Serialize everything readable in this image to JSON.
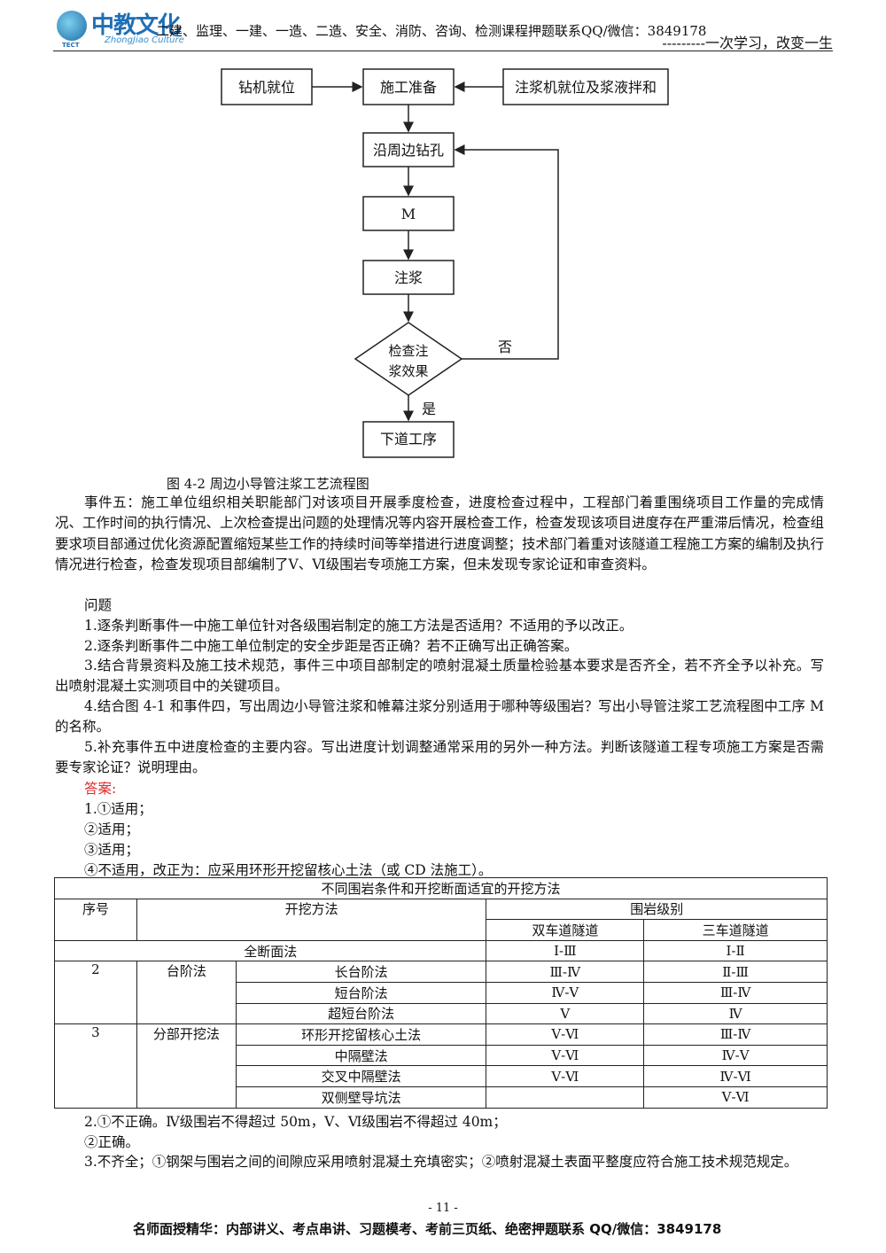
{
  "header": {
    "logo_cn": "中教文化",
    "logo_en": "ZhongJiao Culture",
    "logo_tect": "TECT",
    "course_line": "二建、监理、一建、一造、二造、安全、消防、咨询、检测课程押题联系QQ/微信：3849178",
    "slogan": "---------一次学习，改变一生"
  },
  "flowchart": {
    "nodes": {
      "drill_position": "钻机就位",
      "prep": "施工准备",
      "grout_machine": "注浆机就位及浆液拌和",
      "drill_holes": "沿周边钻孔",
      "m": "M",
      "grout": "注浆",
      "check_1": "检查注",
      "check_2": "浆效果",
      "next": "下道工序"
    },
    "no_label": "否",
    "yes_label": "是",
    "caption": "图 4-2   周边小导管注浆工艺流程图"
  },
  "event5": "事件五：施工单位组织相关职能部门对该项目开展季度检查，进度检查过程中，工程部门着重围绕项目工作量的完成情况、工作时间的执行情况、上次检查提出问题的处理情况等内容开展检查工作，检查发现该项目进度存在严重滞后情况，检查组要求项目部通过优化资源配置缩短某些工作的持续时间等举措进行进度调整；技术部门着重对该隧道工程施工方案的编制及执行情况进行检查，检查发现项目部编制了Ⅴ、Ⅵ级围岩专项施工方案，但未发现专家论证和审查资料。",
  "questions_title": "问题",
  "questions": [
    "1.逐条判断事件一中施工单位针对各级围岩制定的施工方法是否适用？不适用的予以改正。",
    "2.逐条判断事件二中施工单位制定的安全步距是否正确？若不正确写出正确答案。",
    "3.结合背景资料及施工技术规范，事件三中项目部制定的喷射混凝土质量检验基本要求是否齐全，若不齐全予以补充。写出喷射混凝土实测项目中的关键项目。",
    "4.结合图 4-1 和事件四，写出周边小导管注浆和帷幕注浆分别适用于哪种等级围岩？写出小导管注浆工艺流程图中工序 M 的名称。",
    "5.补充事件五中进度检查的主要内容。写出进度计划调整通常采用的另外一种方法。判断该隧道工程专项施工方案是否需要专家论证？说明理由。"
  ],
  "answer_title": "答案:",
  "answers_before_table": [
    "1.①适用；",
    "②适用；",
    "③适用；",
    "④不适用，改正为：应采用环形开挖留核心土法（或 CD 法施工）。"
  ],
  "table": {
    "title": "不同围岩条件和开挖断面适宜的开挖方法",
    "h_no": "序号",
    "h_method": "开挖方法",
    "h_grade": "围岩级别",
    "h_two": "双车道隧道",
    "h_three": "三车道隧道",
    "full": {
      "name": "全断面法",
      "two": "Ⅰ-Ⅲ",
      "three": "Ⅰ-Ⅱ"
    },
    "g2": {
      "no": "2",
      "name": "台阶法"
    },
    "rows2": [
      {
        "name": "长台阶法",
        "two": "Ⅲ-Ⅳ",
        "three": "Ⅱ-Ⅲ"
      },
      {
        "name": "短台阶法",
        "two": "Ⅳ-Ⅴ",
        "three": "Ⅲ-Ⅳ"
      },
      {
        "name": "超短台阶法",
        "two": "Ⅴ",
        "three": "Ⅳ"
      }
    ],
    "g3": {
      "no": "3",
      "name": "分部开挖法"
    },
    "rows3": [
      {
        "name": "环形开挖留核心土法",
        "two": "Ⅴ-Ⅵ",
        "three": "Ⅲ-Ⅳ"
      },
      {
        "name": "中隔壁法",
        "two": "Ⅴ-Ⅵ",
        "three": "Ⅳ-Ⅴ"
      },
      {
        "name": "交叉中隔壁法",
        "two": "Ⅴ-Ⅵ",
        "three": "Ⅳ-Ⅵ"
      },
      {
        "name": "双侧壁导坑法",
        "two": "",
        "three": "Ⅴ-Ⅵ"
      }
    ]
  },
  "answers_after_table": [
    "2.①不正确。Ⅳ级围岩不得超过 50m，Ⅴ、Ⅵ级围岩不得超过 40m；",
    "②正确。",
    "3.不齐全；①钢架与围岩之间的间隙应采用喷射混凝土充填密实；②喷射混凝土表面平整度应符合施工技术规范规定。"
  ],
  "footer": {
    "page": "- 11 -",
    "text": "名师面授精华：内部讲义、考点串讲、习题模考、考前三页纸、绝密押题联系 QQ/微信：3849178"
  }
}
